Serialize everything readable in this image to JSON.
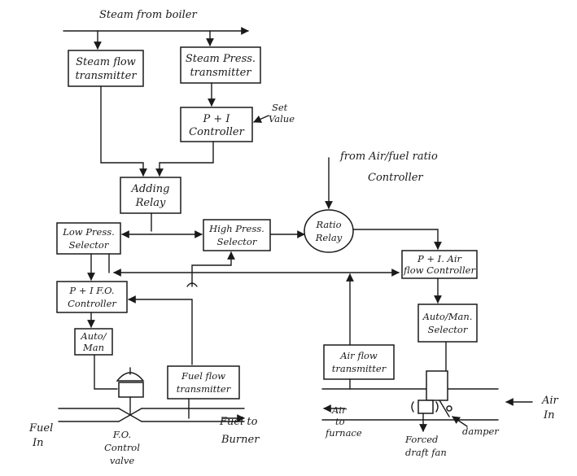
{
  "header": {
    "steam_source": "Steam from boiler"
  },
  "blocks": {
    "steam_flow_tx": [
      "Steam flow",
      "transmitter"
    ],
    "steam_press_tx": [
      "Steam Press.",
      "transmitter"
    ],
    "pi_controller": [
      "P + I",
      "Controller"
    ],
    "set_value": [
      "Set",
      "Value"
    ],
    "adding_relay": [
      "Adding",
      "Relay"
    ],
    "low_press_selector": [
      "Low Press.",
      "Selector"
    ],
    "high_press_selector": [
      "High Press.",
      "Selector"
    ],
    "ratio_relay": [
      "Ratio",
      "Relay"
    ],
    "air_fuel_ratio": [
      "from Air/fuel ratio",
      "Controller"
    ],
    "pi_fo_controller": [
      "P + I  F.O.",
      "Controller"
    ],
    "auto_man": [
      "Auto/",
      "Man"
    ],
    "pi_air_flow_controller": [
      "P + I. Air",
      "flow Controller"
    ],
    "auto_man_selector": [
      "Auto/Man.",
      "Selector"
    ],
    "air_flow_tx": [
      "Air flow",
      "transmitter"
    ],
    "fuel_flow_tx": [
      "Fuel flow",
      "transmitter"
    ]
  },
  "labels": {
    "fuel_in": [
      "Fuel",
      "In"
    ],
    "fuel_to_burner": [
      "Fuel to",
      "Burner"
    ],
    "fo_control_valve": [
      "F.O.",
      "Control",
      "valve"
    ],
    "air_to_furnace": [
      "Air",
      "to",
      "furnace"
    ],
    "air_in": [
      "Air",
      "In"
    ],
    "forced_draft_fan": [
      "Forced",
      "draft fan"
    ],
    "damper": [
      "damper"
    ]
  }
}
